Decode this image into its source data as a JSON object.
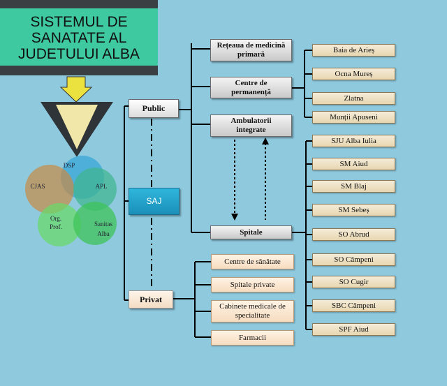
{
  "title": {
    "line1": "SISTEMUL DE",
    "line2": "SANATATE AL",
    "line3": "JUDETULUI ALBA"
  },
  "venn": {
    "dsp": "DSP",
    "cjas": "CJAS",
    "apl": "APL",
    "org_line1": "Org.",
    "org_line2": "Prof.",
    "sanitas_line1": "Sanitas",
    "sanitas_line2": "Alba"
  },
  "main": {
    "public": "Public",
    "saj": "SAJ",
    "privat": "Privat"
  },
  "public_branches": {
    "retea_line1": "Rețeaua de medicină",
    "retea_line2": "primară",
    "centre_line1": "Centre de",
    "centre_line2": "permanență",
    "amb_line1": "Ambulatorii",
    "amb_line2": "integrate",
    "spitale": "Spitale"
  },
  "permanenta_list": [
    "Baia de Arieș",
    "Ocna Mureș",
    "Zlatna",
    "Munții Apuseni"
  ],
  "spitale_list": [
    "SJU Alba Iulia",
    "SM Aiud",
    "SM Blaj",
    "SM Sebeș",
    "SO Abrud",
    "SO Câmpeni",
    "SO Cugir",
    "SBC Câmpeni",
    "SPF Aiud"
  ],
  "privat_branches": {
    "centre_sanatate": "Centre de sănătate",
    "spitale_private": "Spitale private",
    "cab_line1": "Cabinete medicale de",
    "cab_line2": "specialitate",
    "farmacii": "Farmacii"
  },
  "colors": {
    "background": "#8ec9de",
    "title_fill": "#3fc9a0",
    "title_band": "#3a3f44",
    "saj": "#2fb6dc"
  }
}
